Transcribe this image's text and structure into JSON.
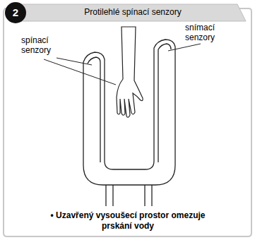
{
  "diagram": {
    "title": "Protilehlé spínací senzory",
    "caption": "• Uzavřený vysoušecí prostor omezuje prskání vody",
    "labels": [
      "2",
      "spínací senzory",
      "snímací senzory"
    ]
  }
}
